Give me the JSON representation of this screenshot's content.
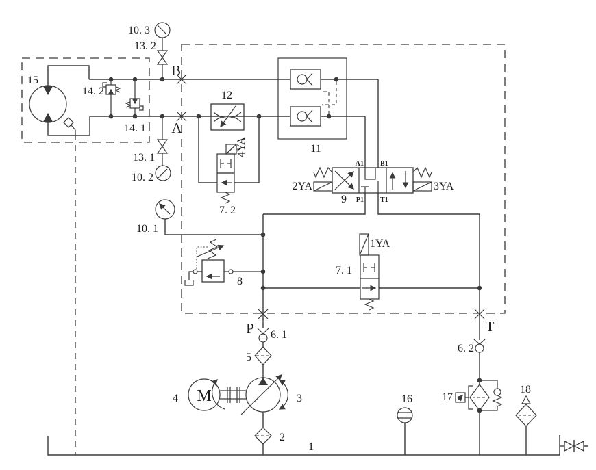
{
  "diagram": {
    "kind": "hydraulic power unit circuit schematic",
    "background": "#ffffff",
    "line_color": "#3a3a3a"
  },
  "labels": {
    "c15": "15",
    "c14_2": "14. 2",
    "c14_1": "14. 1",
    "c13_2": "13. 2",
    "c13_1": "13. 1",
    "c10_3": "10. 3",
    "c10_2": "10. 2",
    "c10_1": "10. 1",
    "c12": "12",
    "c11": "11",
    "c9": "9",
    "c8": "8",
    "c7_2": "7. 2",
    "c7_1": "7. 1",
    "c6_1": "6. 1",
    "c6_2": "6. 2",
    "c5": "5",
    "c4": "4",
    "c3": "3",
    "c2": "2",
    "c1": "1",
    "c16": "16",
    "c17": "17",
    "c18": "18",
    "port_b": "B",
    "port_a": "A",
    "port_p": "P",
    "port_t": "T",
    "port_a1": "A1",
    "port_b1": "B1",
    "port_p1": "P1",
    "port_t1": "T1",
    "sol_1ya": "1YA",
    "sol_2ya": "2YA",
    "sol_3ya": "3YA",
    "sol_4ya": "4YA",
    "motor_m": "M"
  }
}
